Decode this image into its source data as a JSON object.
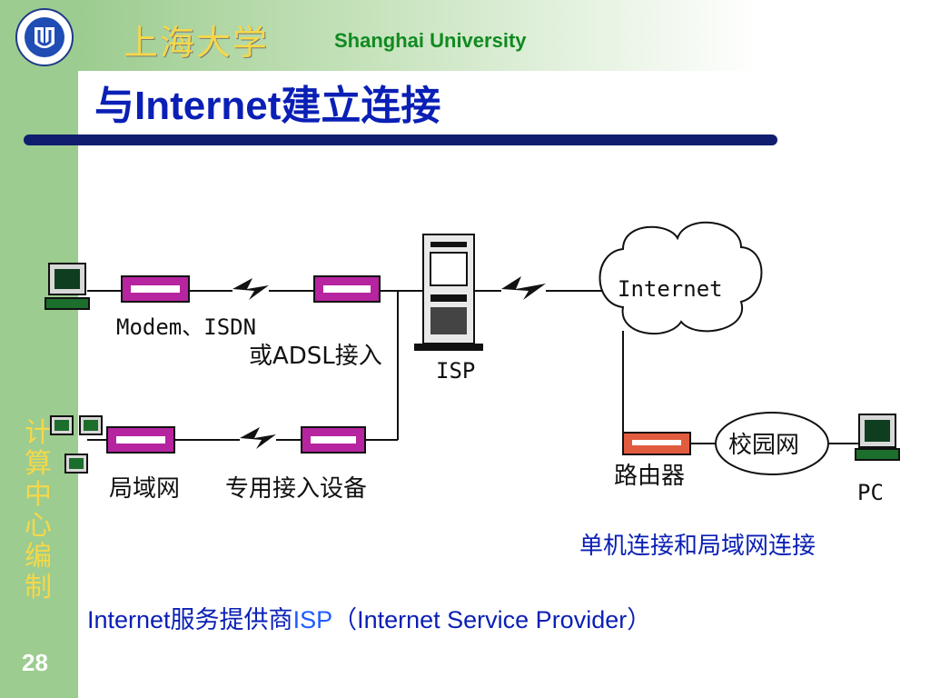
{
  "header": {
    "university_cn": "上海大学",
    "university_en": "Shanghai University"
  },
  "slide": {
    "title": "与Internet建立连接",
    "side_text": [
      "计",
      "算",
      "中",
      "心",
      "编",
      "制"
    ],
    "page_number": "28"
  },
  "diagram": {
    "labels": {
      "modem": "Modem、ISDN",
      "adsl": "或ADSL接入",
      "isp": "ISP",
      "internet": "Internet",
      "lan": "局域网",
      "dedicated": "专用接入设备",
      "router": "路由器",
      "campus": "校园网",
      "pc": "PC"
    }
  },
  "caption": "单机连接和局域网连接",
  "isp_line": {
    "prefix": "Internet服务提供商",
    "accent": "ISP",
    "suffix": "（Internet Service Provider）"
  },
  "colors": {
    "title": "#0a1fb5",
    "band": "#9ccc8f",
    "gold": "#f5d84a",
    "device": "#b6249f",
    "router": "#e15c3e"
  }
}
